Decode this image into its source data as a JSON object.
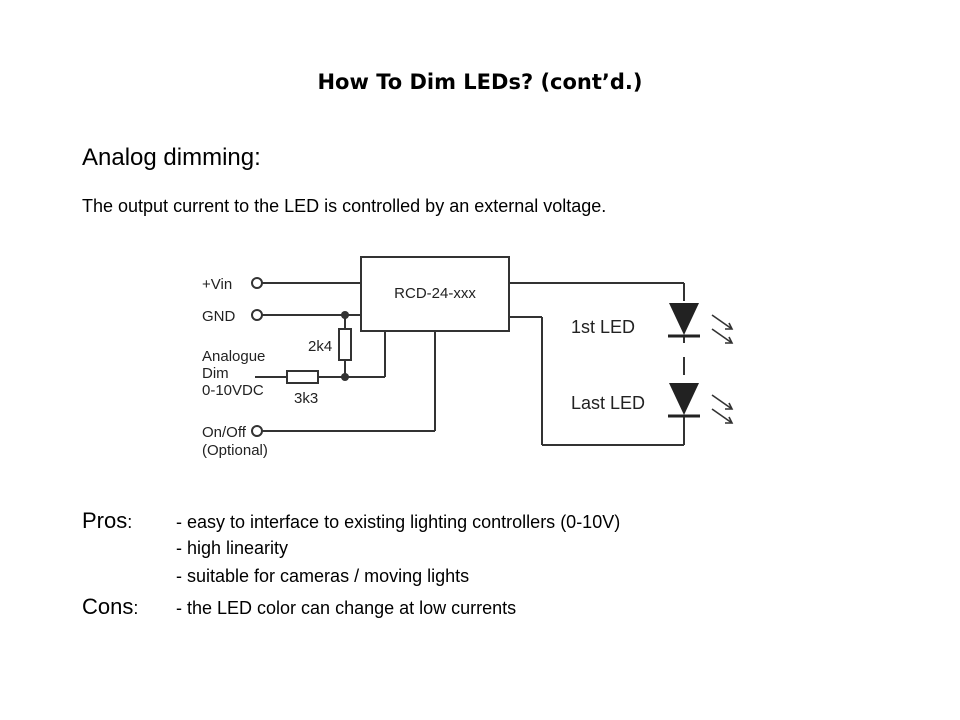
{
  "slide": {
    "title": "How To Dim LEDs? (cont’d.)",
    "heading": "Analog dimming:",
    "description": "The output current to the LED is controlled by an external voltage."
  },
  "circuit": {
    "module_label": "RCD-24-xxx",
    "vin_label": "+Vin",
    "gnd_label": "GND",
    "dim_label_1": "Analogue",
    "dim_label_2": "Dim",
    "dim_label_3": "0-10VDC",
    "resistor_vertical_label": "2k4",
    "resistor_horizontal_label": "3k3",
    "onoff_label_1": "On/Off",
    "onoff_label_2": "(Optional)",
    "first_led_label": "1st LED",
    "last_led_label": "Last LED"
  },
  "pros": {
    "label": "Pros",
    "colon": ":",
    "items": [
      "- easy to interface to existing lighting controllers (0-10V)",
      "- high linearity",
      "- suitable for cameras / moving lights"
    ]
  },
  "cons": {
    "label": "Cons",
    "colon": ":",
    "items": [
      "- the LED color can change at low currents"
    ]
  }
}
